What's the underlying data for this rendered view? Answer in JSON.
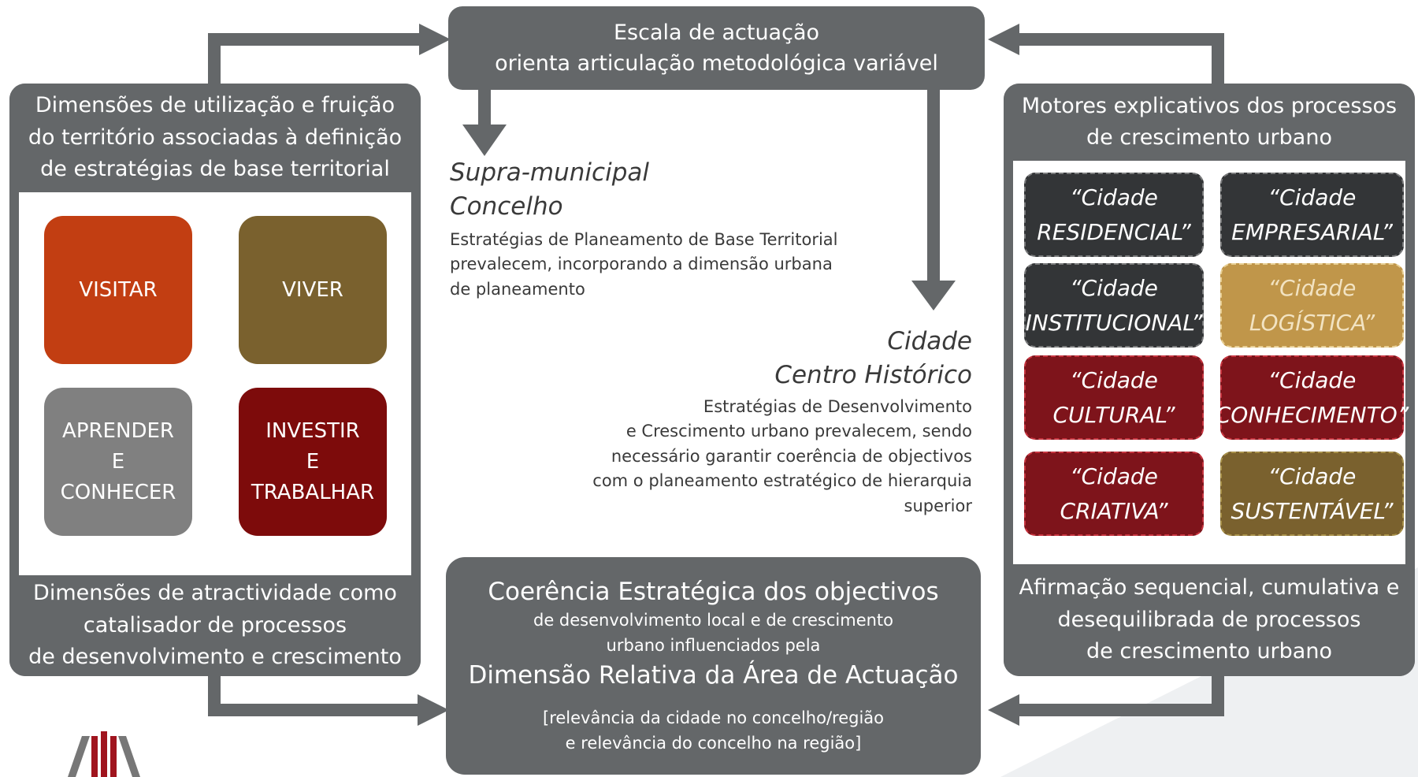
{
  "top_box": {
    "line1": "Escala de actuação",
    "line2": "orienta articulação metodológica variável"
  },
  "left_panel": {
    "header_lines": [
      "Dimensões de utilização e fruição",
      "do território associadas à definição",
      "de estratégias de base territorial"
    ],
    "tiles": [
      {
        "lines": [
          "VISITAR"
        ],
        "color": "#c23e12"
      },
      {
        "lines": [
          "VIVER"
        ],
        "color": "#7a612e"
      },
      {
        "lines": [
          "APRENDER",
          "E",
          "CONHECER"
        ],
        "color": "#808080"
      },
      {
        "lines": [
          "INVESTIR",
          "E",
          "TRABALHAR"
        ],
        "color": "#7d0b0b"
      }
    ],
    "footer_lines": [
      "Dimensões de atractividade como",
      "catalisador de processos",
      "de desenvolvimento e crescimento"
    ]
  },
  "supra": {
    "title1": "Supra-municipal",
    "title2": "Concelho",
    "body": [
      "Estratégias de Planeamento de Base Territorial",
      "prevalecem, incorporando a dimensão urbana",
      "de planeamento"
    ]
  },
  "cidade": {
    "title1": "Cidade",
    "title2": "Centro Histórico",
    "body": [
      "Estratégias de Desenvolvimento",
      "e Crescimento urbano prevalecem, sendo",
      "necessário garantir coerência de objectivos",
      "com o planeamento estratégico de hierarquia",
      "superior"
    ]
  },
  "right_panel": {
    "header_lines": [
      "Motores explicativos dos processos",
      "de crescimento urbano"
    ],
    "cards": [
      {
        "line1": "“Cidade",
        "line2": "RESIDENCIAL”",
        "color": "#333537"
      },
      {
        "line1": "“Cidade",
        "line2": "EMPRESARIAL”",
        "color": "#333537"
      },
      {
        "line1": "“Cidade",
        "line2": "INSTITUCIONAL”",
        "color": "#333537"
      },
      {
        "line1": "“Cidade",
        "line2": "LOGÍSTICA”",
        "color": "#c0964a"
      },
      {
        "line1": "“Cidade",
        "line2": "CULTURAL”",
        "color": "#7e141b"
      },
      {
        "line1": "“Cidade",
        "line2": "CONHECIMENTO”",
        "color": "#7e141b"
      },
      {
        "line1": "“Cidade",
        "line2": "CRIATIVA”",
        "color": "#7e141b"
      },
      {
        "line1": "“Cidade",
        "line2": "SUSTENTÁVEL”",
        "color": "#7a612e"
      }
    ],
    "footer_lines": [
      "Afirmação sequencial, cumulativa e",
      "desequilibrada de processos",
      "de crescimento urbano"
    ]
  },
  "bottom_box": {
    "title": "Coerência Estratégica dos objectivos",
    "sub1": "de desenvolvimento local e de crescimento",
    "sub2": "urbano influenciados pela",
    "title2": "Dimensão Relativa da Área de Actuação",
    "note1": "[relevância da cidade no concelho/região",
    "note2": "e relevância do concelho na região]"
  },
  "colors": {
    "box": "#646769",
    "background_shape": "#eef0f2",
    "logo_red": "#a0141e"
  },
  "icons": [
    "arrow-icon",
    "logo-icon"
  ]
}
